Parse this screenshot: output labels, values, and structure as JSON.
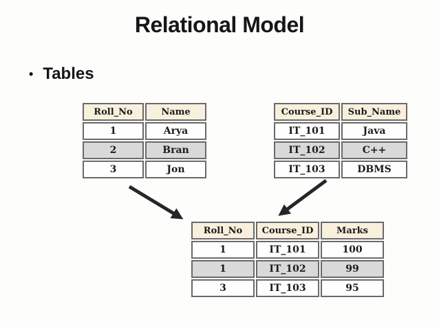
{
  "slide": {
    "title": "Relational Model",
    "bullet": "Tables"
  },
  "colors": {
    "header_bg": "#f8f0dc",
    "stripe_bg": "#d9d9d9",
    "cell_bg": "#fefefe",
    "cell_border": "#696969",
    "text": "#1b1b1b",
    "arrow": "#262626"
  },
  "tables": [
    {
      "name": "students-table",
      "headers": [
        "Roll_No",
        "Name"
      ],
      "rows": [
        [
          "1",
          "Arya"
        ],
        [
          "2",
          "Bran"
        ],
        [
          "3",
          "Jon"
        ]
      ]
    },
    {
      "name": "courses-table",
      "headers": [
        "Course_ID",
        "Sub_Name"
      ],
      "rows": [
        [
          "IT_101",
          "Java"
        ],
        [
          "IT_102",
          "C++"
        ],
        [
          "IT_103",
          "DBMS"
        ]
      ]
    },
    {
      "name": "marks-table",
      "headers": [
        "Roll_No",
        "Course_ID",
        "Marks"
      ],
      "rows": [
        [
          "1",
          "IT_101",
          "100"
        ],
        [
          "1",
          "IT_102",
          "99"
        ],
        [
          "3",
          "IT_103",
          "95"
        ]
      ]
    }
  ],
  "arrows": [
    {
      "from": "students-table",
      "to": "marks-table"
    },
    {
      "from": "courses-table",
      "to": "marks-table"
    }
  ]
}
